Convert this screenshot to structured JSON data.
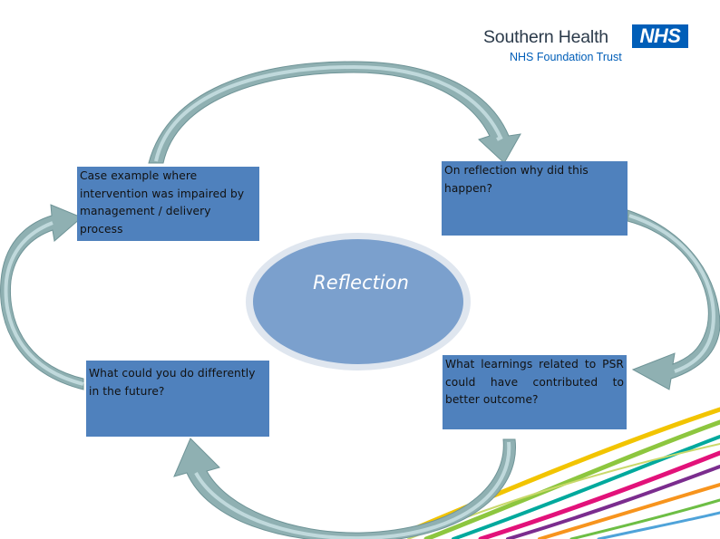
{
  "logo": {
    "name": "Southern Health",
    "badge": "NHS",
    "subtitle": "NHS Foundation Trust"
  },
  "diagram": {
    "center_label": "Reflection",
    "steps": [
      {
        "text": "Case example where intervention was impaired by management / delivery process"
      },
      {
        "text": "On reflection why did this happen?"
      },
      {
        "text": "What learnings related to PSR could have contributed to better outcome?"
      },
      {
        "text": "What could you do differently in the future?"
      }
    ]
  },
  "colors": {
    "box_fill": "#4f81bd",
    "ellipse_fill": "#7ba0cd",
    "ellipse_ring": "#dfe6ef",
    "arrow_outer": "#8fb0b2",
    "arrow_inner": "#d4ebee",
    "arrow_outline": "#6f9497",
    "brand_blue": "#005eb8"
  }
}
